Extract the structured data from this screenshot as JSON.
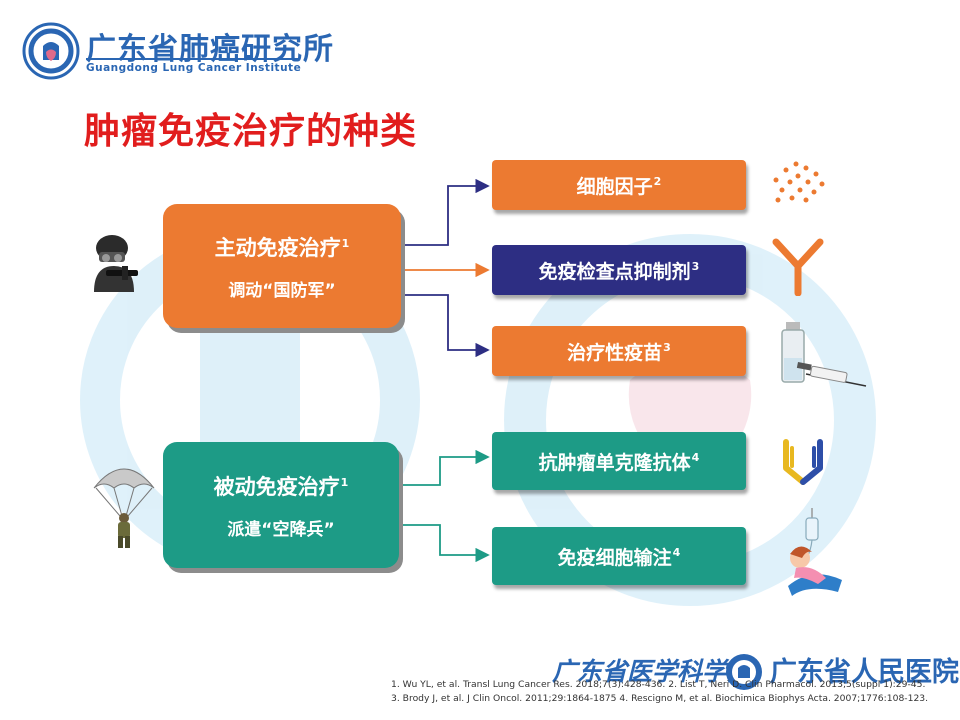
{
  "header": {
    "org_name_cn": "广东省肺癌研究所",
    "org_name_en": "Guangdong Lung Cancer Institute"
  },
  "slide_title": "肿瘤免疫治疗的种类",
  "active": {
    "line1": "主动免疫治疗",
    "line1_sup": "1",
    "line2": "调动“国防军”"
  },
  "passive": {
    "line1": "被动免疫治疗",
    "line1_sup": "1",
    "line2": "派遣“空降兵”"
  },
  "items": [
    {
      "label": "细胞因子",
      "sup": "2"
    },
    {
      "label": "免疫检查点抑制剂",
      "sup": "3"
    },
    {
      "label": "治疗性疫苗",
      "sup": "3"
    },
    {
      "label": "抗肿瘤单克隆抗体",
      "sup": "4"
    },
    {
      "label": "免疫细胞输注",
      "sup": "4"
    }
  ],
  "references": {
    "line1": "1. Wu YL, et al. Transl Lung Cancer Res. 2018;7(3):428-436.  2. List T, Neri D. Clin Pharmacol. 2013;5(suppl 1):29-45.",
    "line2": "3. Brody J, et al. J Clin Oncol. 2011;29:1864-1875  4. Rescigno M, et al. Biochimica Biophys Acta. 2007;1776:108-123."
  },
  "footer": {
    "left": "广东省医学科学院",
    "right": "广东省人民医院"
  },
  "colors": {
    "orange": "#ec7a31",
    "teal": "#1d9b86",
    "navy": "#2d2e83",
    "title_red": "#e11d1d",
    "brand_blue": "#2a66b3"
  }
}
